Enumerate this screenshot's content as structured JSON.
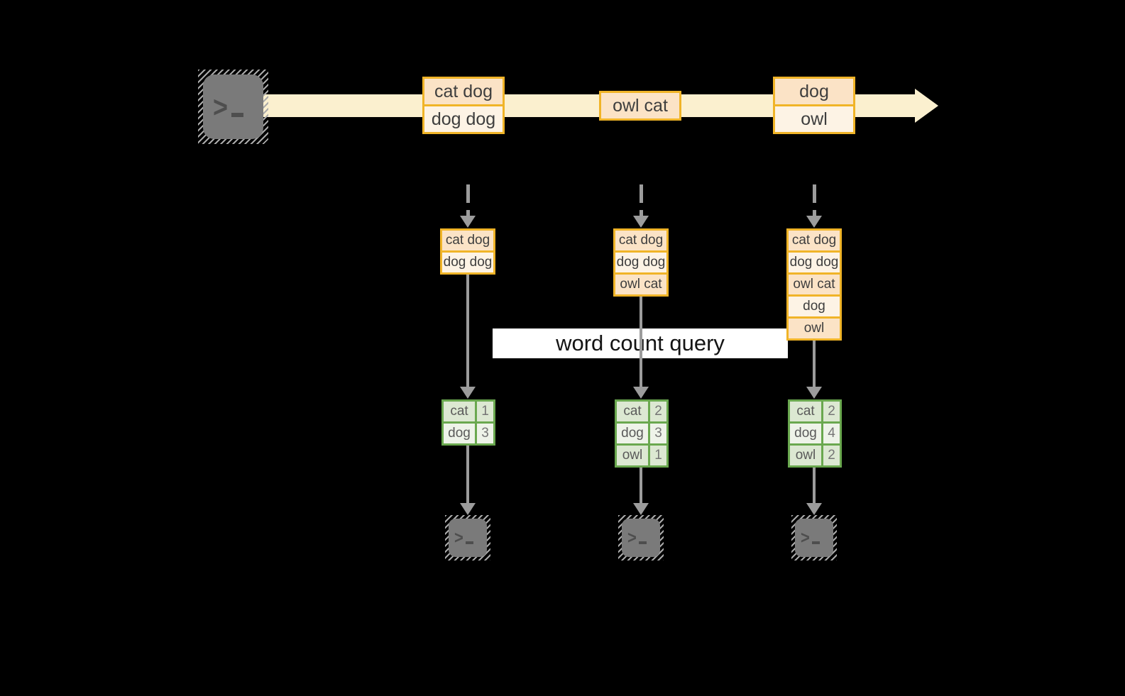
{
  "query_label": "word count query",
  "stream": {
    "events": [
      {
        "rows": [
          "cat dog",
          "dog dog"
        ]
      },
      {
        "rows": [
          "owl cat"
        ]
      },
      {
        "rows": [
          "dog",
          "owl"
        ]
      }
    ]
  },
  "windows": [
    {
      "buffer": [
        "cat dog",
        "dog dog"
      ],
      "counts": [
        {
          "word": "cat",
          "count": "1"
        },
        {
          "word": "dog",
          "count": "3"
        }
      ]
    },
    {
      "buffer": [
        "cat dog",
        "dog dog",
        "owl cat"
      ],
      "counts": [
        {
          "word": "cat",
          "count": "2"
        },
        {
          "word": "dog",
          "count": "3"
        },
        {
          "word": "owl",
          "count": "1"
        }
      ]
    },
    {
      "buffer": [
        "cat dog",
        "dog dog",
        "owl cat",
        "dog",
        "owl"
      ],
      "counts": [
        {
          "word": "cat",
          "count": "2"
        },
        {
          "word": "dog",
          "count": "4"
        },
        {
          "word": "owl",
          "count": "2"
        }
      ]
    }
  ],
  "icons": {
    "source": "terminal-icon",
    "sinks": [
      "terminal-icon",
      "terminal-icon",
      "terminal-icon"
    ]
  },
  "colors": {
    "background": "#000000",
    "stream_band": "#fbf0cf",
    "event_border": "#f0b428",
    "event_row_dark": "#fbe3c6",
    "event_row_light": "#fdf3e5",
    "table_border": "#6aa84f",
    "table_cell_dark": "#dce8d2",
    "table_cell_light": "#eef3e9",
    "arrow_gray": "#9c9c9c",
    "terminal_gray": "#7a7a7a",
    "query_label_bg": "#ffffff"
  }
}
